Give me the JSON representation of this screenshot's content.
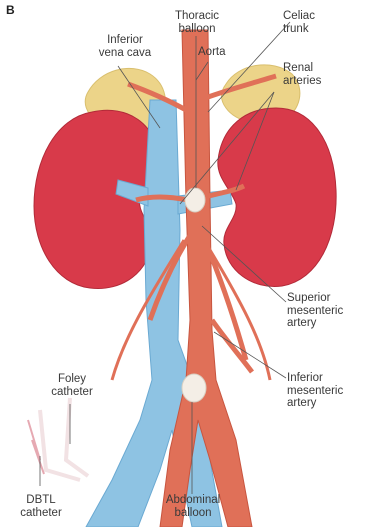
{
  "figure": {
    "panel_letter": "B",
    "colors": {
      "kidney": "#d83a4a",
      "adrenal": "#ecd489",
      "vena_cava": "#8ec3e3",
      "aorta": "#e07058",
      "balloon": "#f4eee6",
      "leader": "#555555",
      "text": "#3a3a3a"
    }
  },
  "labels": {
    "thoracic_balloon": [
      "Thoracic",
      "balloon"
    ],
    "celiac_trunk": [
      "Celiac",
      "trunk"
    ],
    "inferior_vena_cava": [
      "Inferior",
      "vena cava"
    ],
    "aorta": [
      "Aorta"
    ],
    "renal_arteries": [
      "Renal",
      "arteries"
    ],
    "superior_mesenteric_artery": [
      "Superior",
      "mesenteric",
      "artery"
    ],
    "inferior_mesenteric_artery": [
      "Inferior",
      "mesenteric",
      "artery"
    ],
    "foley_catheter": [
      "Foley",
      "catheter"
    ],
    "dbtl_catheter": [
      "DBTL",
      "catheter"
    ],
    "abdominal_balloon": [
      "Abdominal",
      "balloon"
    ]
  }
}
